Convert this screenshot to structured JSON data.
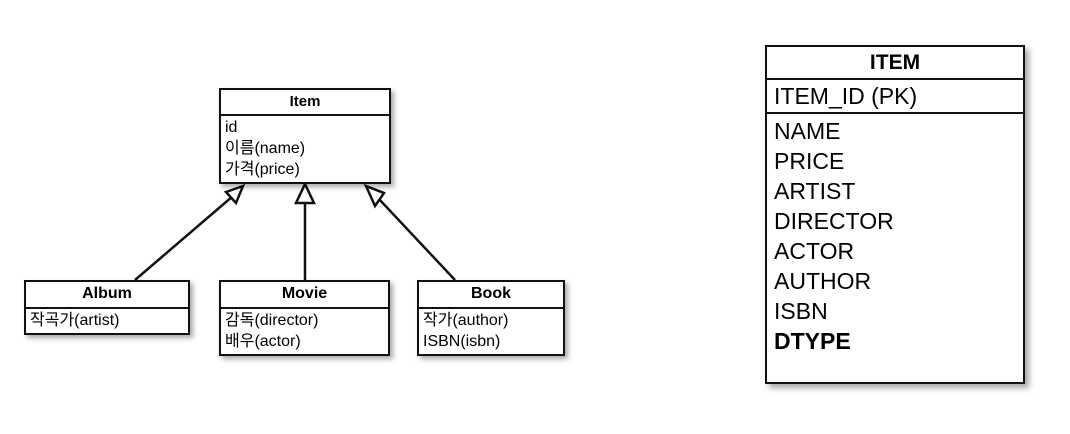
{
  "diagram": {
    "background_color": "#ffffff",
    "line_color": "#111111",
    "uml": {
      "superclass": {
        "name": "Item",
        "attributes": [
          "id",
          "이름(name)",
          "가격(price)"
        ]
      },
      "subclasses": [
        {
          "name": "Album",
          "attributes": [
            "작곡가(artist)"
          ]
        },
        {
          "name": "Movie",
          "attributes": [
            "감독(director)",
            "배우(actor)"
          ]
        },
        {
          "name": "Book",
          "attributes": [
            "작가(author)",
            "ISBN(isbn)"
          ]
        }
      ],
      "relationship": "generalization"
    },
    "table": {
      "name": "ITEM",
      "primary_key": "ITEM_ID (PK)",
      "columns": [
        {
          "label": "NAME",
          "bold": false
        },
        {
          "label": "PRICE",
          "bold": false
        },
        {
          "label": "ARTIST",
          "bold": false
        },
        {
          "label": "DIRECTOR",
          "bold": false
        },
        {
          "label": "ACTOR",
          "bold": false
        },
        {
          "label": "AUTHOR",
          "bold": false
        },
        {
          "label": "ISBN",
          "bold": false
        },
        {
          "label": "DTYPE",
          "bold": true
        }
      ]
    }
  }
}
